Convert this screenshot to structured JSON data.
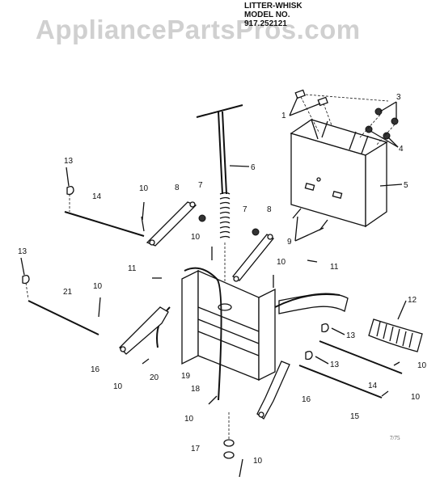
{
  "watermark": "AppliancePartsPros.com",
  "title": {
    "line1": "LITTER-WHISK",
    "line2": "MODEL NO.",
    "line3": "917.252121"
  },
  "corner_note": "7/75",
  "callouts": [
    {
      "id": "c1",
      "label": "1"
    },
    {
      "id": "c3",
      "label": "3"
    },
    {
      "id": "c4",
      "label": "4"
    },
    {
      "id": "c5",
      "label": "5"
    },
    {
      "id": "c6",
      "label": "6"
    },
    {
      "id": "c7a",
      "label": "7"
    },
    {
      "id": "c7b",
      "label": "7"
    },
    {
      "id": "c8a",
      "label": "8"
    },
    {
      "id": "c8b",
      "label": "8"
    },
    {
      "id": "c9",
      "label": "9"
    },
    {
      "id": "c10a",
      "label": "10"
    },
    {
      "id": "c10b",
      "label": "10"
    },
    {
      "id": "c10c",
      "label": "10"
    },
    {
      "id": "c10d",
      "label": "10"
    },
    {
      "id": "c10e",
      "label": "10"
    },
    {
      "id": "c10f",
      "label": "10"
    },
    {
      "id": "c10g",
      "label": "10"
    },
    {
      "id": "c10h",
      "label": "10"
    },
    {
      "id": "c10i",
      "label": "10"
    },
    {
      "id": "c11a",
      "label": "11"
    },
    {
      "id": "c11b",
      "label": "11"
    },
    {
      "id": "c12",
      "label": "12"
    },
    {
      "id": "c13a",
      "label": "13"
    },
    {
      "id": "c13b",
      "label": "13"
    },
    {
      "id": "c13c",
      "label": "13"
    },
    {
      "id": "c13d",
      "label": "13"
    },
    {
      "id": "c14a",
      "label": "14"
    },
    {
      "id": "c14b",
      "label": "14"
    },
    {
      "id": "c15",
      "label": "15"
    },
    {
      "id": "c16a",
      "label": "16"
    },
    {
      "id": "c16b",
      "label": "16"
    },
    {
      "id": "c17",
      "label": "17"
    },
    {
      "id": "c18",
      "label": "18"
    },
    {
      "id": "c19",
      "label": "19"
    },
    {
      "id": "c20",
      "label": "20"
    },
    {
      "id": "c21",
      "label": "21"
    }
  ]
}
